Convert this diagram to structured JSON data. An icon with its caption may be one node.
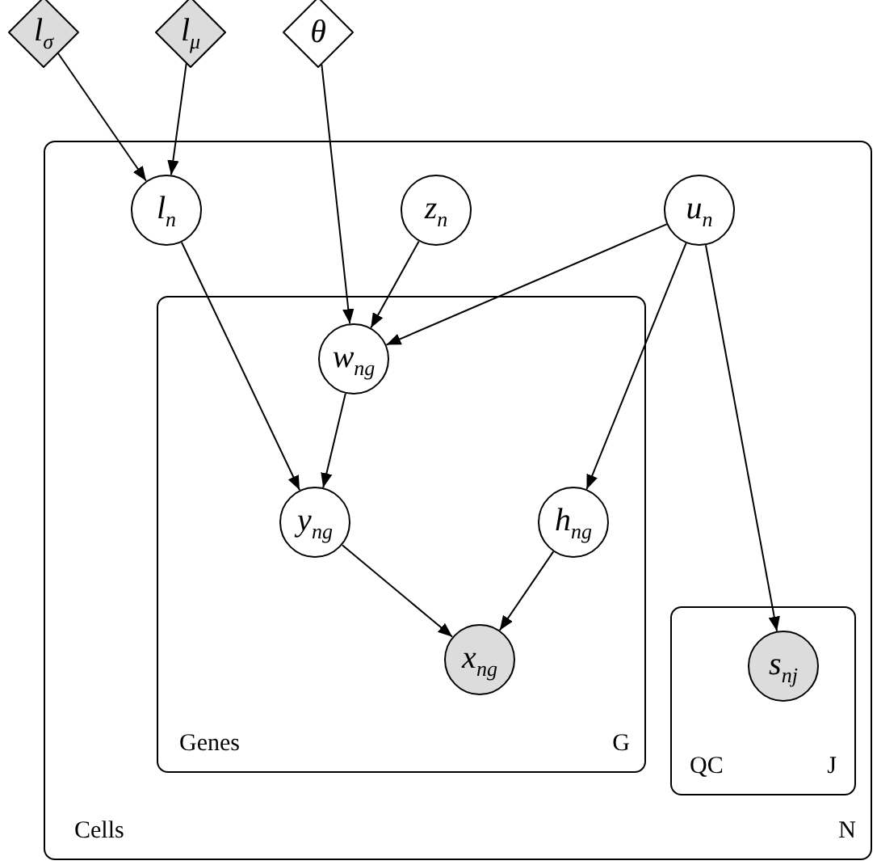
{
  "diagram": {
    "nodes": [
      {
        "text": [
          "Cells",
          "N"
        ]
      },
      {
        "text": [
          "Genes",
          "G"
        ],
        "in": 0
      },
      {
        "text": [
          "QC",
          "J"
        ],
        "in": 0
      },
      {
        "text": [
          "l$_{σ}$"
        ]
      },
      {
        "text": [
          "l$_{μ}$"
        ]
      },
      {
        "text": [
          "θ"
        ]
      },
      {
        "text": [
          "l$_{n}$"
        ],
        "in": 0
      },
      {
        "text": [
          "z$_{n}$"
        ],
        "in": 0
      },
      {
        "text": [
          "u$_{n}$"
        ],
        "in": 0
      },
      {
        "text": [
          "w$_{ng}$"
        ],
        "in": 1
      },
      {
        "text": [
          "y$_{ng}$"
        ],
        "in": 1
      },
      {
        "text": [
          "h$_{ng}$"
        ],
        "in": 1
      },
      {
        "text": [
          "x$_{ng}$"
        ],
        "in": 1
      },
      {
        "text": [
          "s$_{nj}$"
        ],
        "in": 2
      }
    ],
    "edges": [
      {
        "from": 3,
        "to": 6,
        "arrow": "to"
      },
      {
        "from": 4,
        "to": 6,
        "arrow": "to"
      },
      {
        "from": 5,
        "to": 9,
        "arrow": "to"
      },
      {
        "from": 7,
        "to": 9,
        "arrow": "to"
      },
      {
        "from": 8,
        "to": 9,
        "arrow": "to"
      },
      {
        "from": 6,
        "to": 10,
        "arrow": "to"
      },
      {
        "from": 9,
        "to": 10,
        "arrow": "to"
      },
      {
        "from": 8,
        "to": 11,
        "arrow": "to"
      },
      {
        "from": 10,
        "to": 12,
        "arrow": "to"
      },
      {
        "from": 11,
        "to": 12,
        "arrow": "to"
      },
      {
        "from": 8,
        "to": 13,
        "arrow": "to"
      }
    ]
  }
}
